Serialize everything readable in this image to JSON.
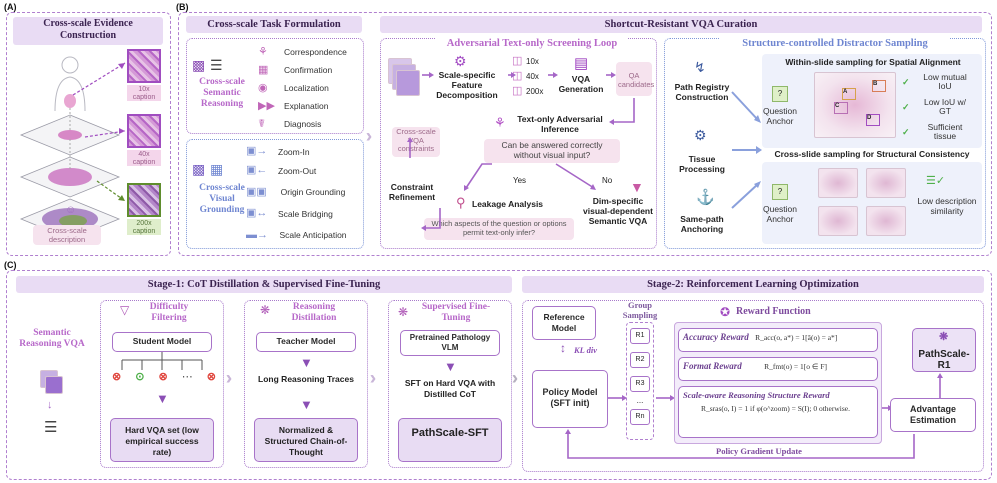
{
  "panel_a": {
    "letter": "(A)",
    "title": "Cross-scale Evidence Construction",
    "levels": [
      {
        "caption": "10x caption"
      },
      {
        "caption": "40x caption"
      },
      {
        "caption": "200x caption"
      }
    ],
    "bottom_label": "Cross-scale description"
  },
  "panel_b": {
    "letter": "(B)",
    "left_header": "Cross-scale Task Formulation",
    "right_header": "Shortcut-Resistant VQA Curation",
    "semantic_reasoning": {
      "title": "Cross-scale Semantic Reasoning",
      "items": [
        "Correspondence",
        "Confirmation",
        "Localization",
        "Explanation",
        "Diagnosis"
      ]
    },
    "visual_grounding": {
      "title": "Cross-scale Visual Grounding",
      "items": [
        "Zoom-In",
        "Zoom-Out",
        "Origin Grounding",
        "Scale Bridging",
        "Scale Anticipation"
      ]
    },
    "screening_loop": {
      "title": "Adversarial Text-only Screening Loop",
      "feature_decomp": "Scale-specific Feature Decomposition",
      "scales": [
        "10x",
        "40x",
        "200x"
      ],
      "vqa_generation": "VQA Generation",
      "qa_candidates": "QA candidates",
      "inference_title": "Text-only Adversarial Inference",
      "question": "Can be answered correctly without visual input?",
      "yes": "Yes",
      "no": "No",
      "constraints": "Cross-scale VQA constraints",
      "refinement": "Constraint Refinement",
      "leakage": "Leakage Analysis",
      "leak_question": "Which aspects of the question or options permit text-only infer?",
      "dim_specific": "Dim-specific visual-dependent Semantic VQA"
    },
    "distractor": {
      "title": "Structure-controlled Distractor Sampling",
      "path_registry": "Path Registry Construction",
      "tissue": "Tissue Processing",
      "same_path": "Same-path Anchoring",
      "within_title": "Within-slide sampling for Spatial Alignment",
      "cross_title": "Cross-slide sampling for Structural Consistency",
      "question_anchor": "Question Anchor",
      "criteria_within": [
        "Low mutual IoU",
        "Low IoU w/ GT",
        "Sufficient tissue"
      ],
      "criteria_cross": [
        "Low description similarity"
      ],
      "letters": [
        "A",
        "B",
        "C",
        "D"
      ]
    }
  },
  "panel_c": {
    "letter": "(C)",
    "stage1_header": "Stage-1: CoT Distillation & Supervised Fine-Tuning",
    "stage2_header": "Stage-2: Reinforcement Learning Optimization",
    "input_label": "Semantic Reasoning VQA",
    "difficulty": {
      "title": "Difficulty Filtering",
      "student": "Student Model",
      "result": "Hard VQA set (low empirical success rate)"
    },
    "distill": {
      "title": "Reasoning Distillation",
      "teacher": "Teacher Model",
      "traces": "Long Reasoning Traces",
      "output": "Normalized & Structured Chain-of-Thought"
    },
    "sft": {
      "title": "Supervised Fine-Tuning",
      "base": "Pretrained Pathology VLM",
      "step": "SFT on Hard VQA with Distilled CoT",
      "model": "PathScale-SFT"
    },
    "rl": {
      "reference": "Reference Model",
      "kl": "KL div",
      "policy": "Policy Model (SFT init)",
      "group_sampling": "Group Sampling",
      "responses": [
        "R1",
        "R2",
        "R3",
        "...",
        "Rn"
      ],
      "reward_title": "Reward Function",
      "accuracy": "Accuracy Reward",
      "accuracy_formula": "R_acc(o, a*) = 1[â(o) = a*]",
      "format": "Format Reward",
      "format_formula": "R_fmt(o) = 1[o ∈ F]",
      "structure": "Scale-aware Reasoning Structure Reward",
      "structure_formula": "R_sras(o, I) = 1 if φ(o^zoom) = S(I); 0 otherwise.",
      "final_model": "PathScale-R1",
      "advantage": "Advantage Estimation",
      "gradient": "Policy Gradient Update"
    }
  }
}
